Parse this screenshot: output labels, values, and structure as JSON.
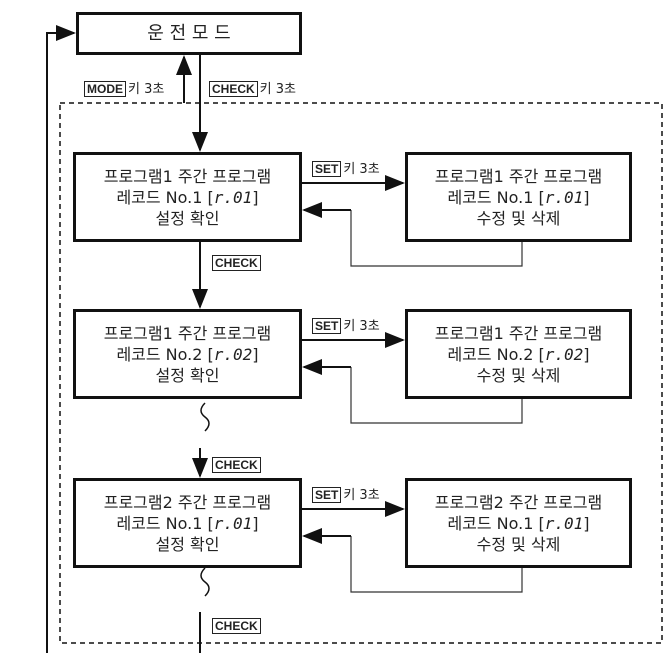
{
  "top_box": "운 전 모 드",
  "mode_key": {
    "key": "MODE",
    "suffix": "키 3초"
  },
  "check_key_3s": {
    "key": "CHECK",
    "suffix": "키 3초"
  },
  "set_key": {
    "key": "SET",
    "suffix": "키 3초"
  },
  "check_key": "CHECK",
  "rows": [
    {
      "left": [
        "프로그램1 주간 프로그램",
        "레코드 No.1",
        "r.01",
        "설정 확인"
      ],
      "right": [
        "프로그램1 주간 프로그램",
        "레코드 No.1",
        "r.01",
        "수정 및 삭제"
      ]
    },
    {
      "left": [
        "프로그램1 주간 프로그램",
        "레코드 No.2",
        "r.02",
        "설정 확인"
      ],
      "right": [
        "프로그램1 주간 프로그램",
        "레코드 No.2",
        "r.02",
        "수정 및 삭제"
      ]
    },
    {
      "left": [
        "프로그램2 주간 프로그램",
        "레코드 No.1",
        "r.01",
        "설정 확인"
      ],
      "right": [
        "프로그램2 주간 프로그램",
        "레코드 No.1",
        "r.01",
        "수정 및 삭제"
      ]
    }
  ]
}
